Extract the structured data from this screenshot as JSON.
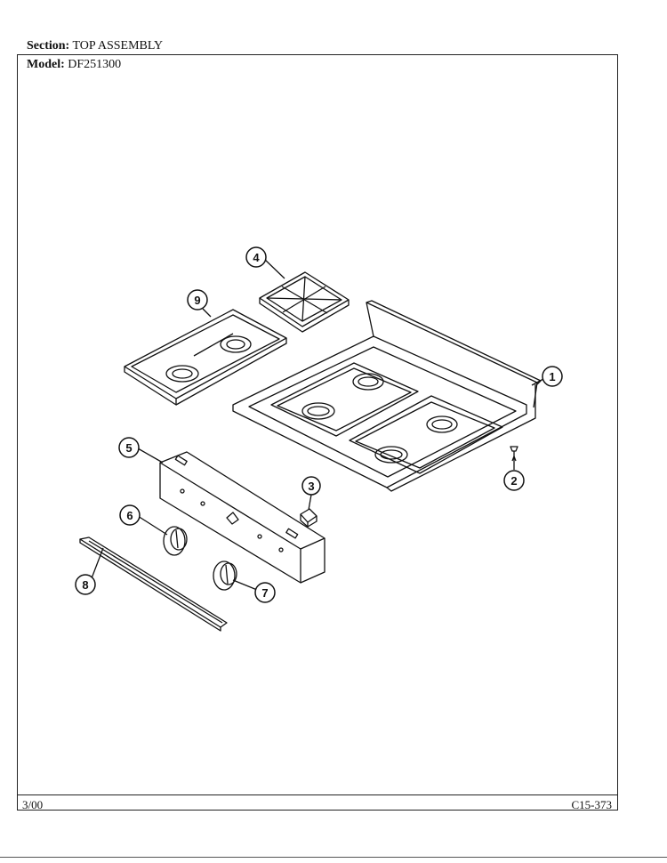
{
  "header": {
    "section_label": "Section:",
    "section_value": "TOP ASSEMBLY",
    "model_label": "Model:",
    "model_value": "DF251300"
  },
  "footer": {
    "date": "3/00",
    "code": "C15-373"
  },
  "callouts": [
    "1",
    "2",
    "3",
    "4",
    "5",
    "6",
    "7",
    "8",
    "9"
  ]
}
